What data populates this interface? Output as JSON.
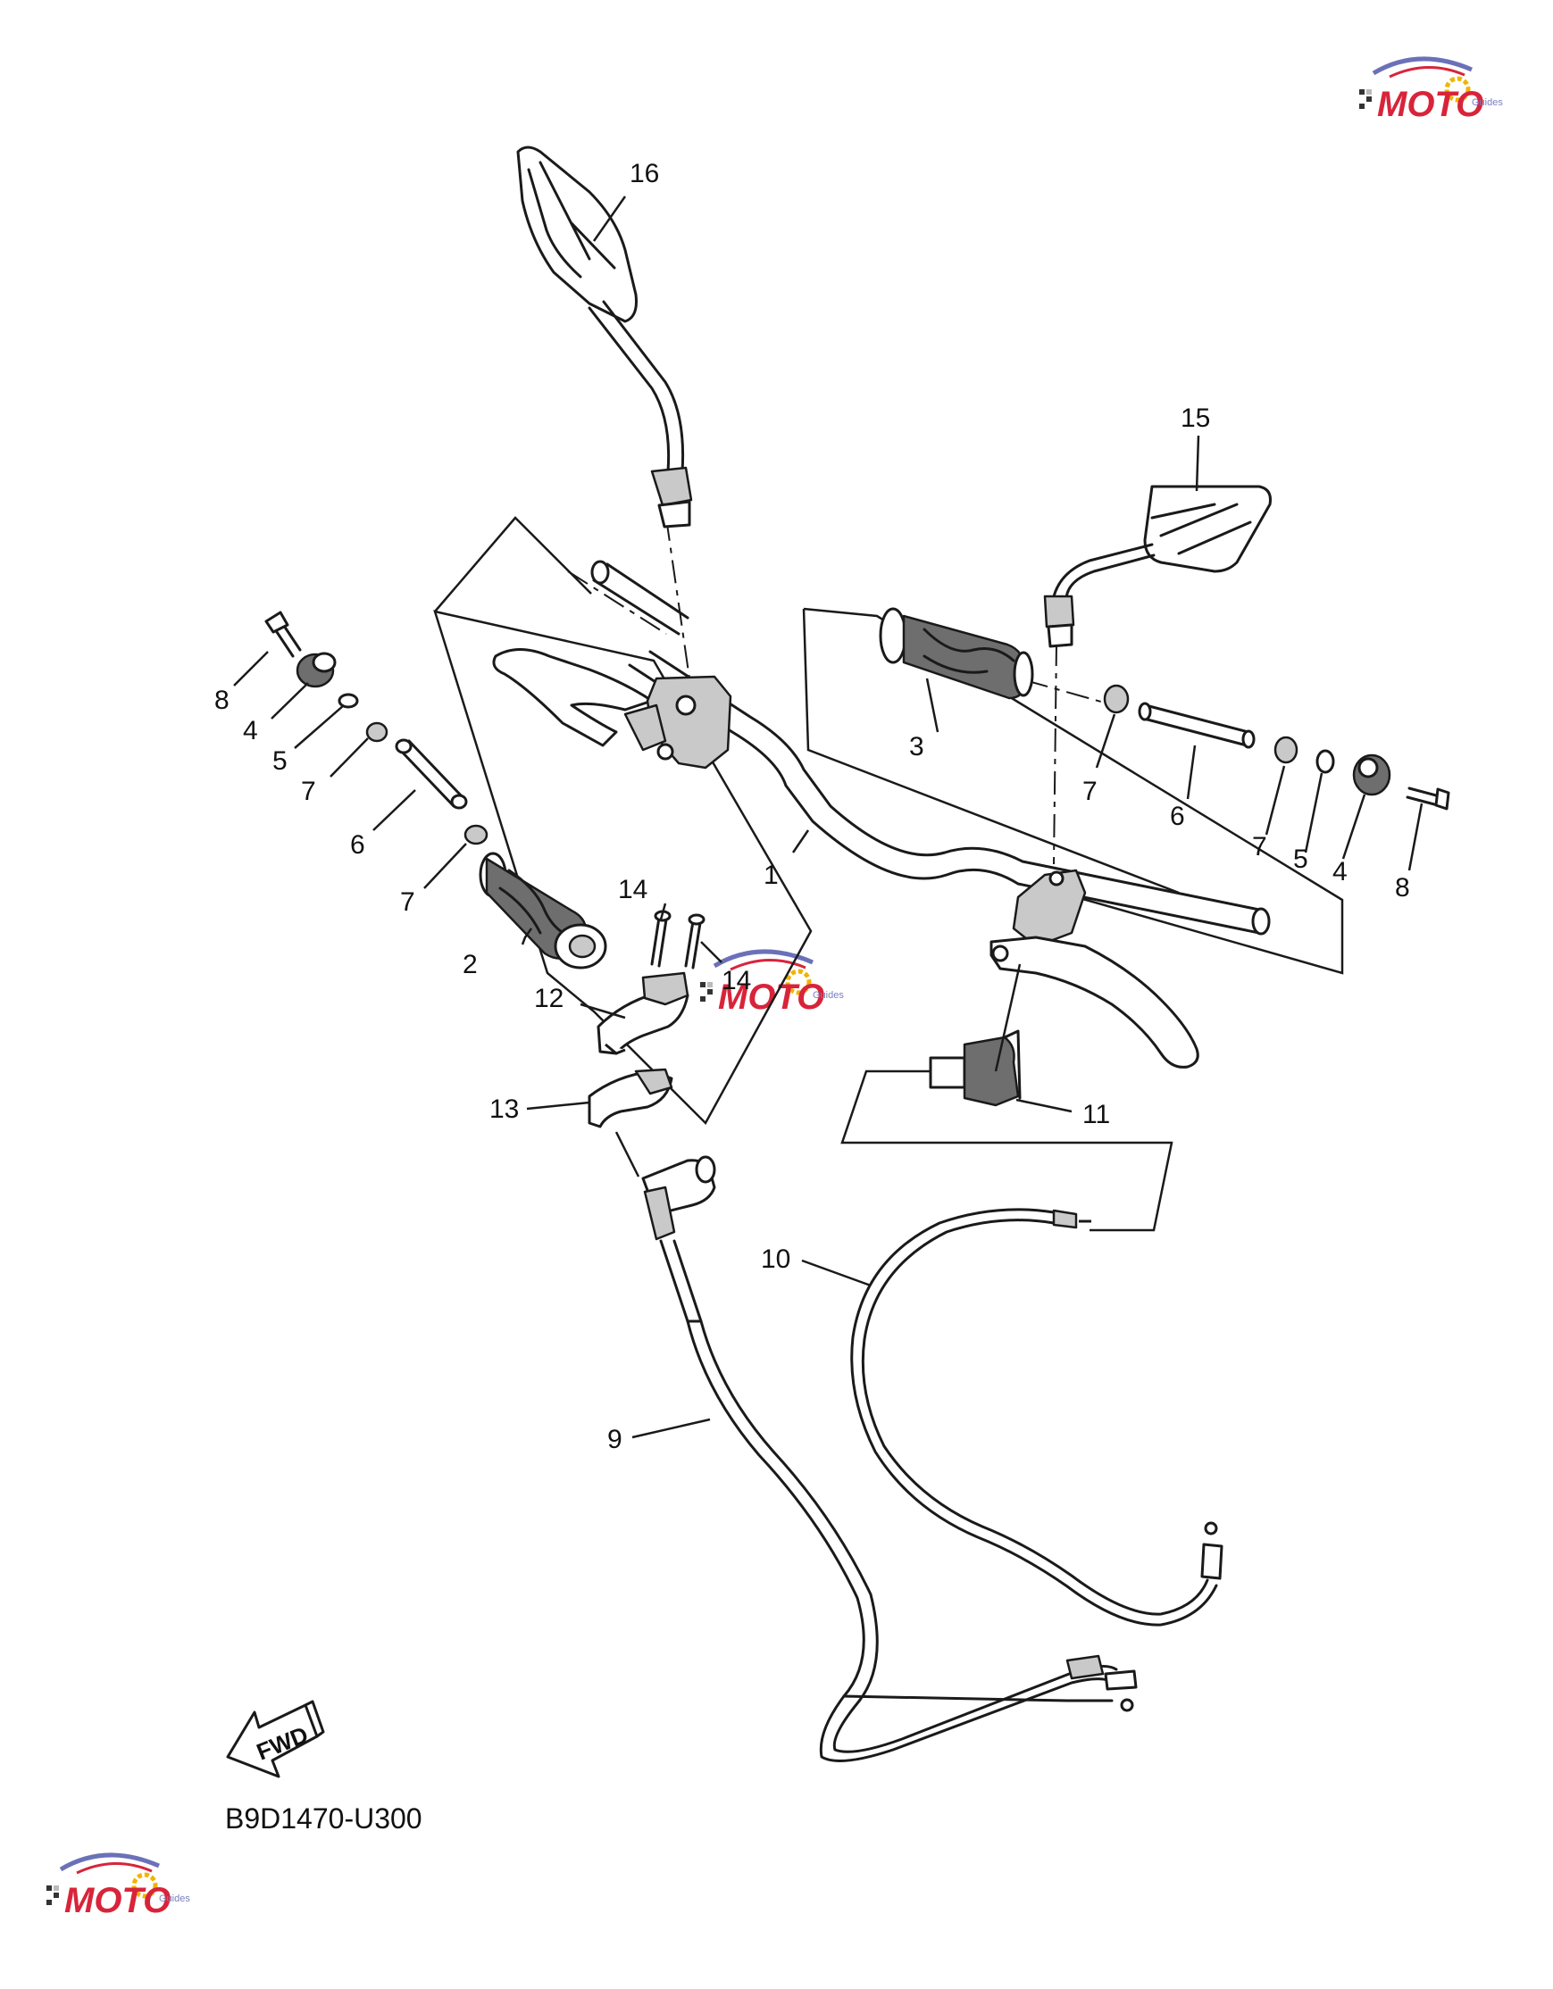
{
  "diagram": {
    "code": "B9D1470-U300",
    "direction": "FWD",
    "watermark": {
      "brand": "MOTO",
      "sub": "Guides",
      "colors": {
        "red": "#d8243a",
        "blue": "#6b71b8"
      }
    },
    "callouts": {
      "c1": "1",
      "c2": "2",
      "c3": "3",
      "c4a": "4",
      "c4b": "4",
      "c5a": "5",
      "c5b": "5",
      "c6a": "6",
      "c6b": "6",
      "c7a": "7",
      "c7b": "7",
      "c7c": "7",
      "c7d": "7",
      "c8a": "8",
      "c8b": "8",
      "c9": "9",
      "c10": "10",
      "c11": "11",
      "c12": "12",
      "c13": "13",
      "c14a": "14",
      "c14b": "14",
      "c15": "15",
      "c16": "16"
    }
  }
}
